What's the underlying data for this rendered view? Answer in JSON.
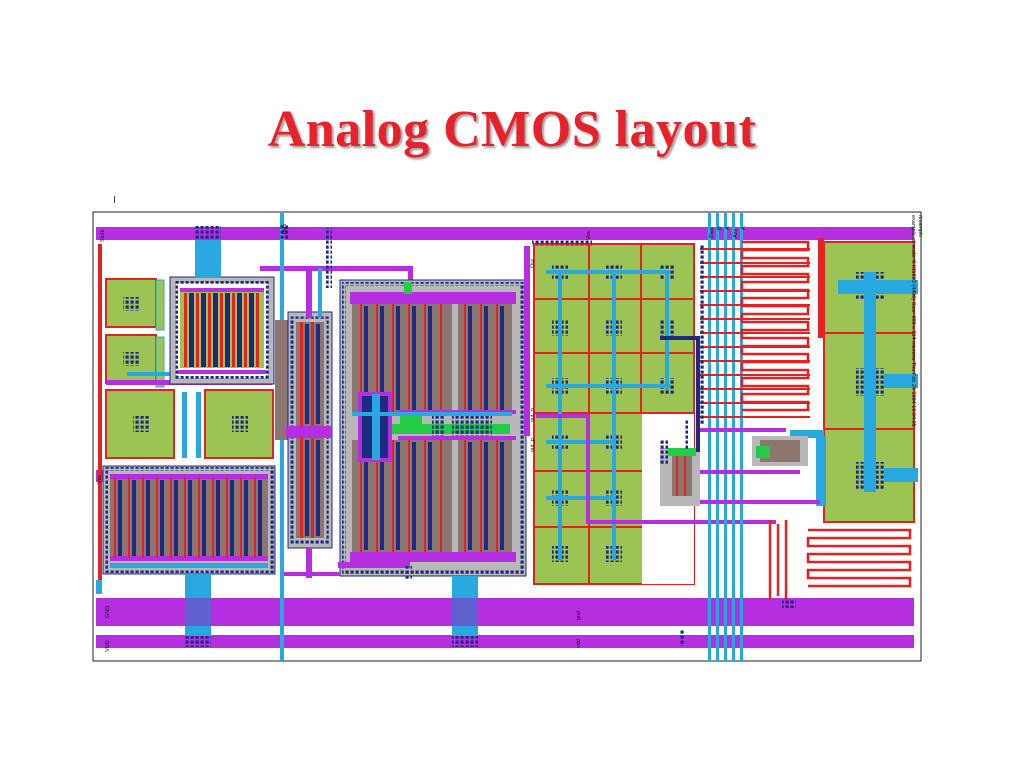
{
  "slide": {
    "title": "Analog CMOS layout"
  },
  "layout": {
    "rail_labels": {
      "top_left": "Sb1k",
      "vss_left": "Vss",
      "gnd_left": "GND",
      "vdd_left": "VDD",
      "gnd_mid": "gnd",
      "vdd_mid": "vdd",
      "top_mid": "Vos"
    },
    "pin_labels": [
      "bias",
      "Out",
      "out_n",
      "out_p",
      "Bias",
      "B",
      "A",
      "Azs",
      "A"
    ],
    "info_text": [
      "example.cif scale: 0.011833  (4400)   Size: 608 x 314 microns   Thu Feb 24 1994 10:04:05",
      "/example"
    ],
    "colors": {
      "title": "#e8222a",
      "metal1": "#29a8e0",
      "metal2": "#b52ee0",
      "poly": "#e32222",
      "active": "#9cc454",
      "contact": "#1c2a80",
      "nwell": "#8c7670",
      "implant": "#b8b8b8"
    }
  }
}
